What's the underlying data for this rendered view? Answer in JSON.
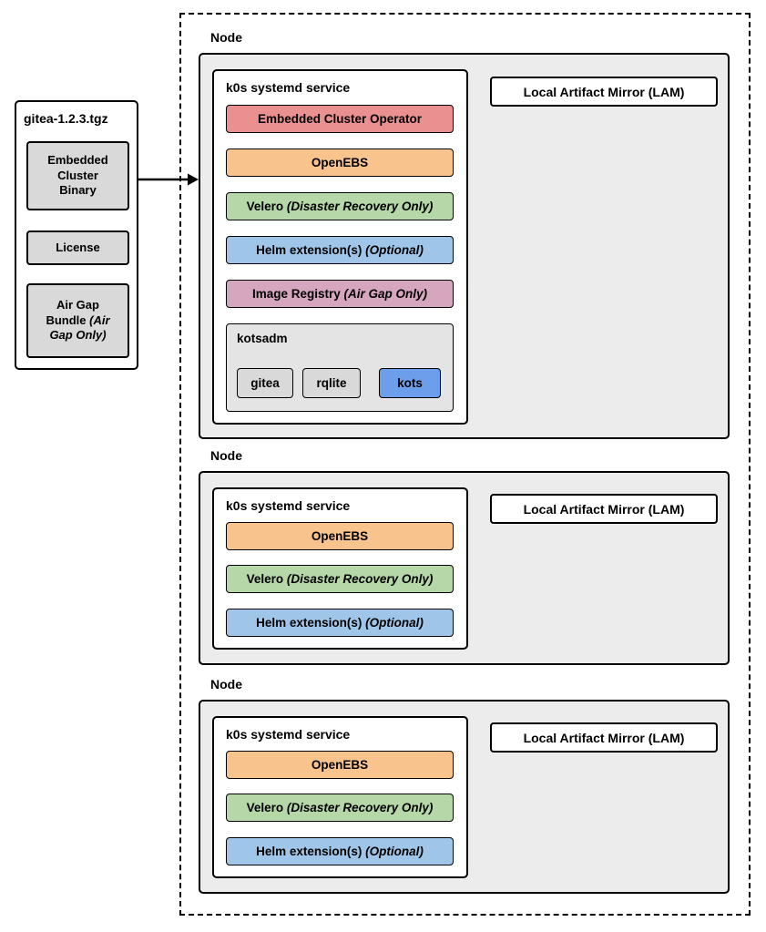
{
  "package": {
    "title": "gitea-1.2.3.tgz",
    "items": [
      {
        "label": "Embedded Cluster Binary",
        "italic": ""
      },
      {
        "label": "License",
        "italic": ""
      },
      {
        "label": "Air Gap Bundle ",
        "italic": "(Air Gap Only)"
      }
    ]
  },
  "nodes": [
    {
      "label": "Node",
      "service_title": "k0s systemd service",
      "lam_label": "Local Artifact Mirror (LAM)",
      "components": [
        {
          "label": "Embedded Cluster Operator",
          "italic": "",
          "color": "#ea9090"
        },
        {
          "label": "OpenEBS",
          "italic": "",
          "color": "#f9c38d"
        },
        {
          "label": "Velero ",
          "italic": "(Disaster Recovery Only)",
          "color": "#b6d7a8"
        },
        {
          "label": "Helm extension(s) ",
          "italic": "(Optional)",
          "color": "#9fc5e8"
        },
        {
          "label": "Image Registry ",
          "italic": "(Air Gap Only)",
          "color": "#d5a6bd"
        }
      ],
      "kotsadm": {
        "label": "kotsadm",
        "children": [
          {
            "label": "gitea",
            "color": "#d9d9d9"
          },
          {
            "label": "rqlite",
            "color": "#d9d9d9"
          },
          {
            "label": "kots",
            "color": "#6d9eeb"
          }
        ]
      }
    },
    {
      "label": "Node",
      "service_title": "k0s systemd service",
      "lam_label": "Local Artifact Mirror (LAM)",
      "components": [
        {
          "label": "OpenEBS",
          "italic": "",
          "color": "#f9c38d"
        },
        {
          "label": "Velero ",
          "italic": "(Disaster Recovery Only)",
          "color": "#b6d7a8"
        },
        {
          "label": "Helm extension(s) ",
          "italic": "(Optional)",
          "color": "#9fc5e8"
        }
      ]
    },
    {
      "label": "Node",
      "service_title": "k0s systemd service",
      "lam_label": "Local Artifact Mirror (LAM)",
      "components": [
        {
          "label": "OpenEBS",
          "italic": "",
          "color": "#f9c38d"
        },
        {
          "label": "Velero ",
          "italic": "(Disaster Recovery Only)",
          "color": "#b6d7a8"
        },
        {
          "label": "Helm extension(s) ",
          "italic": "(Optional)",
          "color": "#9fc5e8"
        }
      ]
    }
  ]
}
